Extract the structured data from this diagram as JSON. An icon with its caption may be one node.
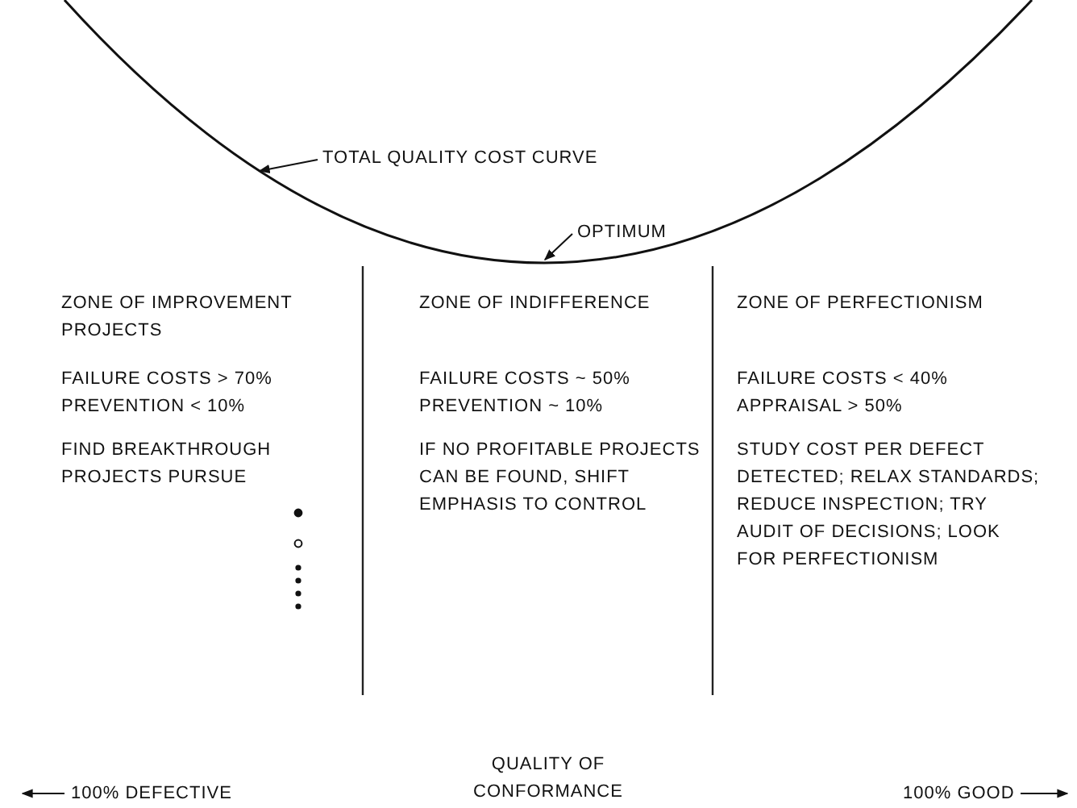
{
  "diagram": {
    "nodes": [
      {
        "text": [
          "TOTAL QUALITY COST CURVE"
        ]
      },
      {
        "text": [
          "OPTIMUM"
        ]
      }
    ],
    "edges": [
      {
        "from": 0,
        "to": null,
        "arrow": "to"
      },
      {
        "from": 1,
        "to": null,
        "arrow": "to"
      }
    ],
    "labels": [
      "ZONE OF IMPROVEMENT PROJECTS",
      "FAILURE COSTS > 70%",
      "PREVENTION < 10%",
      "FIND BREAKTHROUGH PROJECTS PURSUE",
      "ZONE OF INDIFFERENCE",
      "FAILURE COSTS ~ 50%",
      "PREVENTION ~ 10%",
      "IF NO PROFITABLE PROJECTS CAN BE FOUND, SHIFT EMPHASIS TO CONTROL",
      "ZONE OF PERFECTIONISM",
      "FAILURE COSTS < 40%",
      "APPRAISAL > 50%",
      "STUDY COST PER DEFECT DETECTED; RELAX STANDARDS; REDUCE INSPECTION; TRY AUDIT OF DECISIONS; LOOK FOR PERFECTIONISM",
      "100% DEFECTIVE",
      "QUALITY OF CONFORMANCE",
      "100% GOOD"
    ]
  }
}
